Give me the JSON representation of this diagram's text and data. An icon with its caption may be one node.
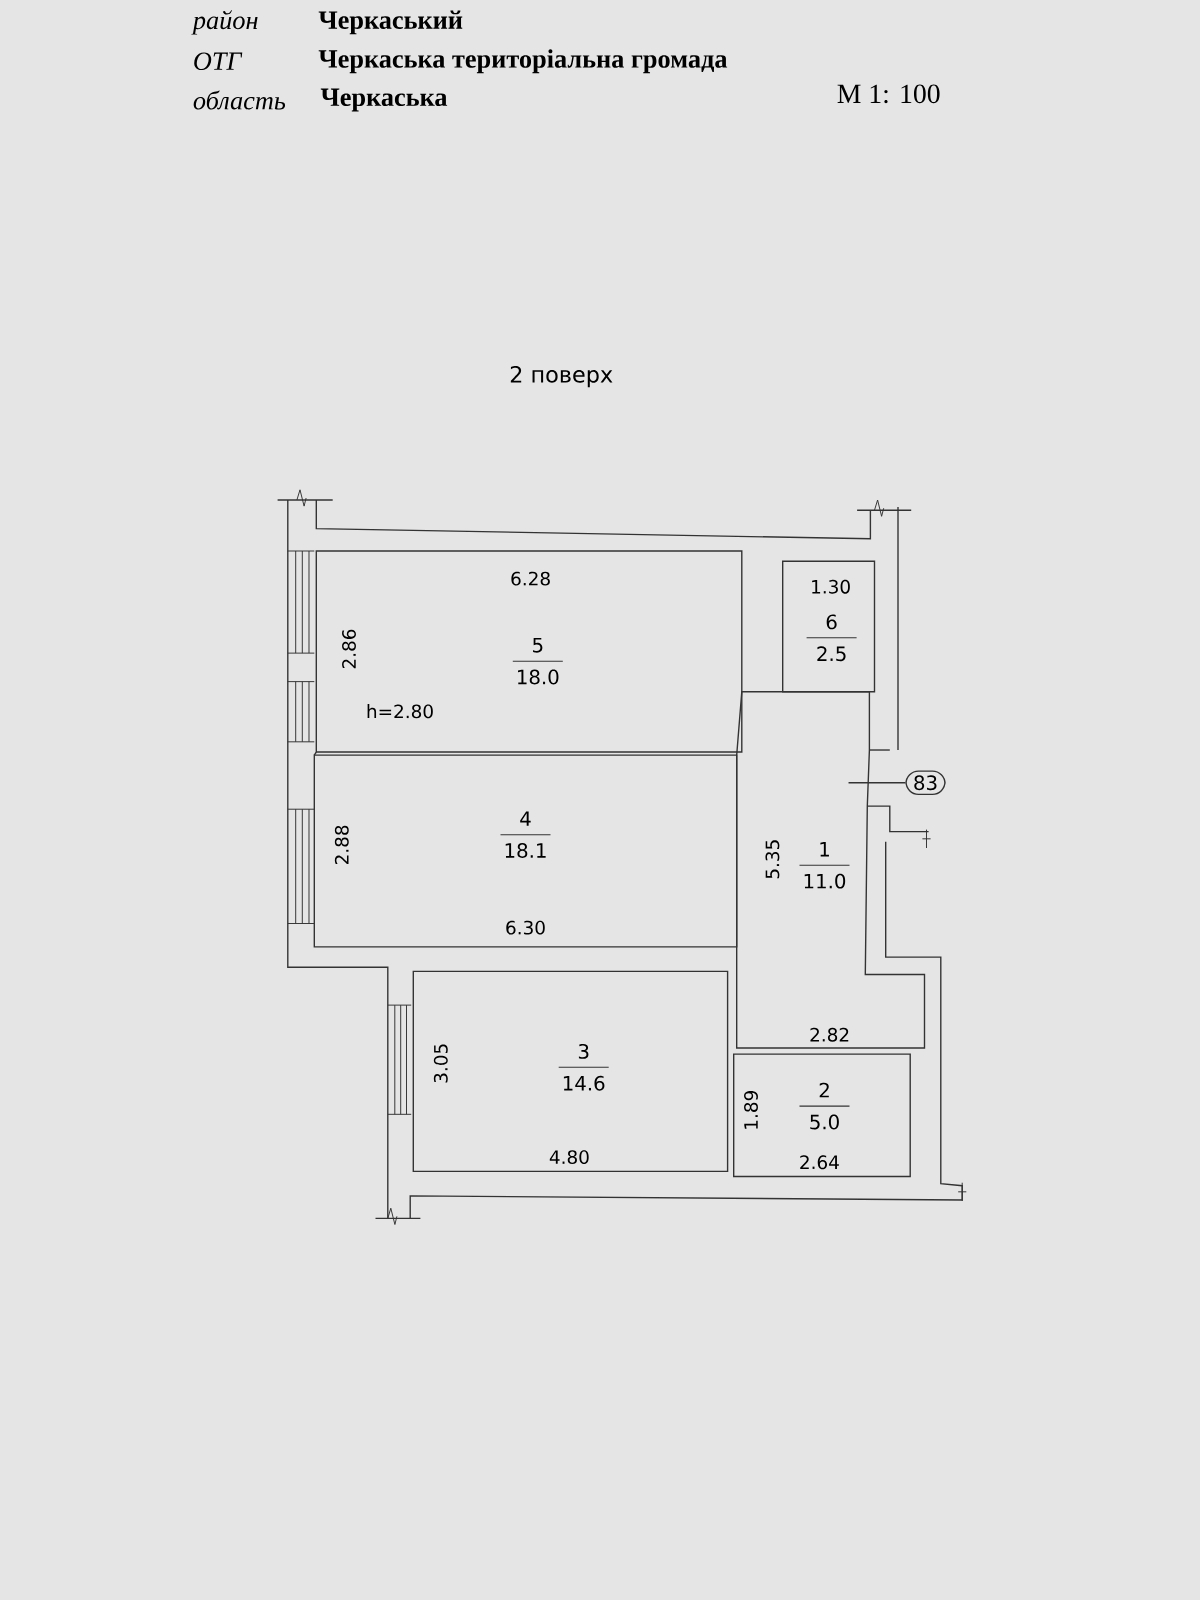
{
  "diagram": {
    "title": "2 поверх",
    "nodes": [
      {
        "text": [
          "5",
          "18.0"
        ]
      },
      {
        "text": [
          "6",
          "2.5"
        ]
      },
      {
        "text": [
          "83"
        ]
      },
      {
        "text": [
          "4",
          "18.1"
        ]
      },
      {
        "text": [
          "1",
          "11.0"
        ]
      },
      {
        "text": [
          "3",
          "14.6"
        ]
      },
      {
        "text": [
          "2",
          "5.0"
        ]
      }
    ],
    "edges": [
      {
        "from": 2,
        "to": 4,
        "arrow": "none"
      }
    ],
    "labels": [
      "район",
      "Черкаський",
      "ОТГ",
      "Черкаська територіальна громада",
      "область",
      "Черкаська",
      "М 1: 100",
      "6.28",
      "2.86",
      "h=2.80",
      "1.30",
      "2.88",
      "6.30",
      "5.35",
      "3.05",
      "4.80",
      "2.82",
      "1.89",
      "2.64"
    ]
  }
}
